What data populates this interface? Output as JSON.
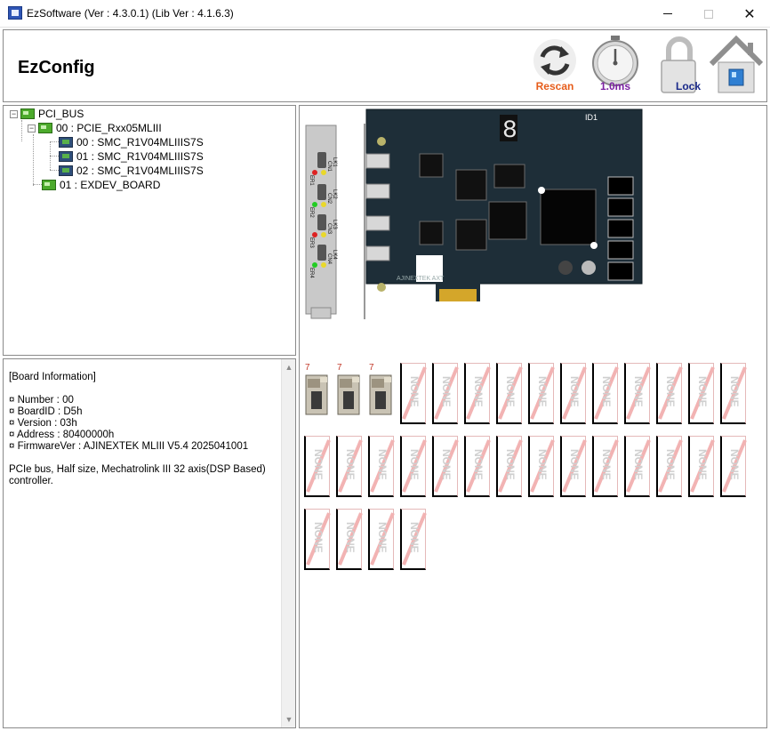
{
  "window": {
    "title": "EzSoftware  (Ver : 4.3.0.1)  (Lib Ver : 4.1.6.3)",
    "close_glyph": "✕",
    "app_icon": "app-window-icon"
  },
  "header": {
    "title": "EzConfig",
    "tools": {
      "rescan": {
        "label": "Rescan",
        "icon": "refresh-icon",
        "color": "#e65c1a"
      },
      "timer": {
        "label": "1.0ms",
        "icon": "stopwatch-icon",
        "color": "#7a1fa2"
      },
      "lock": {
        "label": "Lock",
        "icon": "lock-icon",
        "color": "#1a2a8a"
      },
      "home": {
        "label": "",
        "icon": "home-icon"
      }
    }
  },
  "tree": {
    "root": {
      "label": "PCI_BUS"
    },
    "board": {
      "label": "00 : PCIE_Rxx05MLIII"
    },
    "modules": [
      {
        "label": "00 : SMC_R1V04MLIIIS7S"
      },
      {
        "label": "01 : SMC_R1V04MLIIIS7S"
      },
      {
        "label": "02 : SMC_R1V04MLIIIS7S"
      }
    ],
    "exdev": {
      "label": "01 : EXDEV_BOARD"
    }
  },
  "info": {
    "heading": "[Board Information]",
    "lines": [
      "¤ Number : 00",
      "¤ BoardID : D5h",
      "¤ Version : 03h",
      "¤ Address : 80400000h",
      "¤ FirmwareVer : AJINEXTEK MLIII V5.4 2025041001"
    ],
    "description": "PCIe bus, Half size, Mechatrolink III 32 axis(DSP Based) controller."
  },
  "board_image": {
    "id_label": "ID1",
    "seg_digit": "8",
    "brand": "AJINEXTEK AXT",
    "connectors": [
      {
        "cn": "CN1",
        "lk": "LK1",
        "er": "ER1"
      },
      {
        "cn": "CN2",
        "lk": "LK2",
        "er": "ER2"
      },
      {
        "cn": "CN3",
        "lk": "LK3",
        "er": "ER3"
      },
      {
        "cn": "CN4",
        "lk": "LK4",
        "er": "ER4"
      }
    ]
  },
  "slots": {
    "active_number": "7",
    "none_text": "NONE",
    "active_count": 3,
    "total_count": 32
  }
}
